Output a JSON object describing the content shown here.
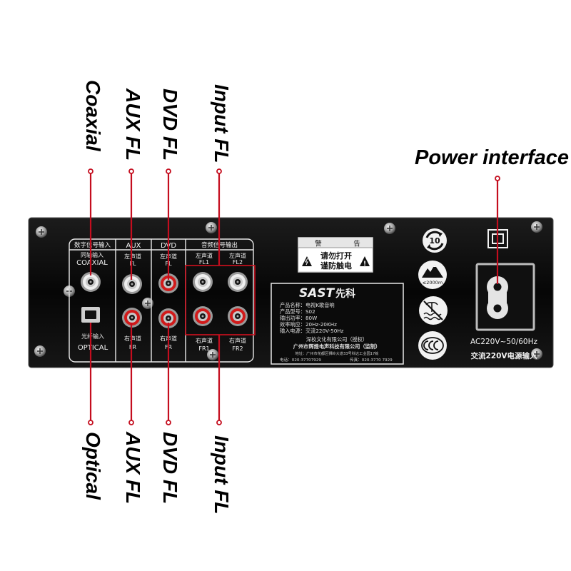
{
  "callouts": {
    "top": [
      "Coaxial",
      "AUX FL",
      "DVD FL",
      "Input FL"
    ],
    "bottom": [
      "Optical",
      "AUX FL",
      "DVD FL",
      "Input FL"
    ],
    "power": "Power interface"
  },
  "panel": {
    "headers": {
      "digital_input": "数字信号输入",
      "aux": "AUX",
      "dvd": "DVD",
      "audio_output": "音频信号输出"
    },
    "coaxial": {
      "cn": "同轴输入",
      "en": "COAXIAL"
    },
    "optical": {
      "cn": "光纤输入",
      "en": "OPTICAL"
    },
    "aux": {
      "left_cn": "左声道",
      "left_en": "FL",
      "right_cn": "右声道",
      "right_en": "FR"
    },
    "dvd": {
      "left_cn": "左声道",
      "left_en": "FL",
      "right_cn": "右声道",
      "right_en": "FR"
    },
    "output": {
      "fl1_cn": "左声道",
      "fl1_en": "FL1",
      "fl2_cn": "左声道",
      "fl2_en": "FL2",
      "fr1_cn": "右声道",
      "fr1_en": "FR1",
      "fr2_cn": "右声道",
      "fr2_en": "FR2"
    },
    "warning": {
      "title_left": "警",
      "title_right": "告",
      "line1": "请勿打开",
      "line2": "谨防触电"
    },
    "nameplate": {
      "brand": "SAST",
      "brand_cn": "先科",
      "specs": [
        "产品名称：电视K歌音响",
        "产品型号：S02",
        "输出功率：80W",
        "效率响应：20Hz-20KHz",
        "输入电源：交流220V-50Hz"
      ],
      "licensor": "深校文化有限公司（授权）",
      "manufacturer": "广州市辉煌电声科技有限公司（监制）",
      "address": "地址：广州市花都区狮岭大道33号科达工业园17栋",
      "phone": "电话：020-37707929",
      "fax": "传真：020-3770 7929"
    },
    "icons": {
      "recycle_years": "10",
      "altitude": "≤2000m"
    },
    "power_input": {
      "rating": "AC220V~50/60Hz",
      "cn": "交流220V电源输入"
    }
  },
  "icon_names": [
    "recycle-icon",
    "altitude-icon",
    "no-tropical-icon",
    "ccc-certification-icon",
    "double-insulation-icon",
    "warning-triangle-icon",
    "screw-icon"
  ],
  "colors": {
    "callout": "#c40d1e",
    "panel": "#0b0b0b",
    "rca_white": "#efefef",
    "rca_red": "#d11a1a"
  }
}
